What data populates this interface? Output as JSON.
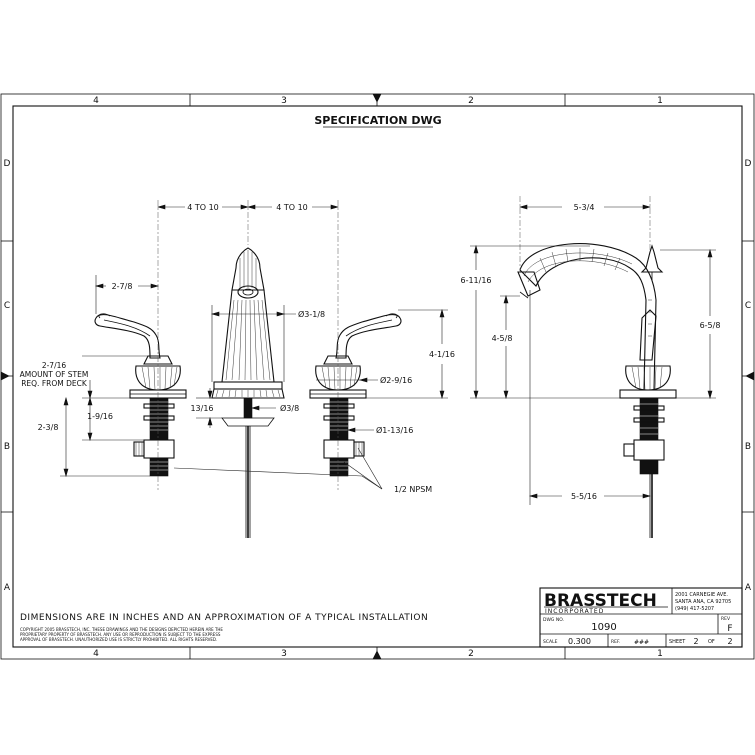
{
  "title": "SPECIFICATION DWG",
  "zone_numbers_top": [
    "4",
    "3",
    "2",
    "1"
  ],
  "zone_numbers_bottom": [
    "4",
    "3",
    "2",
    "1"
  ],
  "zone_letters_left": [
    "D",
    "C",
    "B",
    "A"
  ],
  "zone_letters_right": [
    "D",
    "C",
    "B",
    "A"
  ],
  "dimensions": {
    "spread_left": "4 TO 10",
    "spread_right": "4 TO 10",
    "handle_offset": "2-7/8",
    "stem_amount_line1": "2-7/16",
    "stem_amount_line2": "AMOUNT OF STEM",
    "stem_amount_line3": "REQ. FROM DECK",
    "shank_1": "1-9/16",
    "shank_2": "2-3/8",
    "base_height": "13/16",
    "hole_dia": "Ø3/8",
    "spout_dia": "Ø3-1/8",
    "handle_height": "4-1/16",
    "escutcheon_dia": "Ø2-9/16",
    "shank_dia": "Ø1-13/16",
    "thread": "1/2 NPSM",
    "reach": "5-3/4",
    "spout_height": "6-11/16",
    "outlet_height": "4-5/8",
    "overall_height": "6-5/8",
    "center_to_outlet": "5-5/16"
  },
  "note": "DIMENSIONS ARE IN INCHES AND AN APPROXIMATION OF A TYPICAL INSTALLATION",
  "copyright_lines": [
    "COPYRIGHT 2005 BRASSTECH, INC. THESE DRAWINGS AND THE DESIGNS DEPICTED HEREIN ARE THE",
    "PROPRIETARY PROPERTY OF BRASSTECH. ANY USE OR REPRODUCTION IS SUBJECT TO THE EXPRESS",
    "APPROVAL OF BRASSTECH. UNAUTHORIZED USE IS STRICTLY PROHIBITED. ALL RIGHTS RESERVED."
  ],
  "title_block": {
    "company": "BRASSTECH",
    "company_sub": "INCORPORATED",
    "address_1": "2001 CARNEGIE AVE.",
    "address_2": "SANTA ANA, CA 92705",
    "phone": "(949) 417-5207",
    "dwg_no_label": "DWG NO.",
    "dwg_no": "1090",
    "rev_label": "REV",
    "rev": "F",
    "scale_label": "SCALE",
    "scale": "0.300",
    "ref_label": "REF.",
    "ref": "###",
    "sheet_label": "SHEET",
    "sheet": "2",
    "of_label": "OF",
    "of": "2"
  }
}
